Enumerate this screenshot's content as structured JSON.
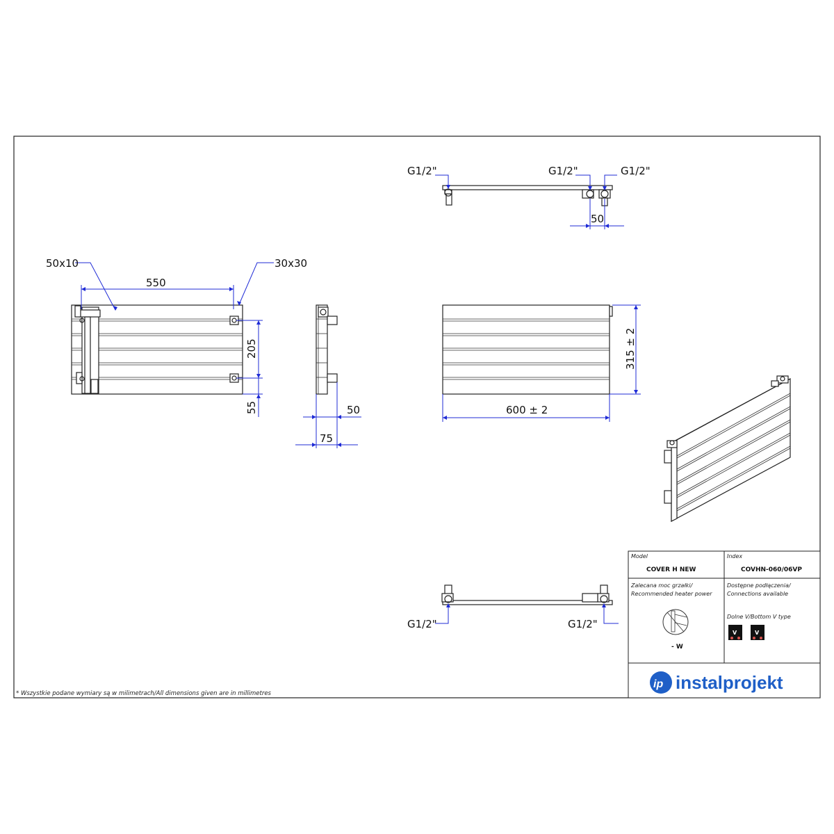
{
  "dimensions": {
    "top_view": {
      "left_connection": "G1/2\"",
      "mid_connection": "G1/2\"",
      "right_connection": "G1/2\"",
      "spacing": "50"
    },
    "side_view": {
      "profile_label": "50x10",
      "bracket_label": "30x30",
      "bracket_spacing": "550",
      "height_spacing": "205",
      "bottom_offset": "55"
    },
    "profile_view": {
      "depth_inner": "50",
      "depth_outer": "75"
    },
    "front_view": {
      "height": "315 ± 2",
      "width": "600 ± 2"
    },
    "bottom_view": {
      "left_connection": "G1/2\"",
      "right_connection": "G1/2\""
    }
  },
  "title_block": {
    "model_label": "Model",
    "model_value": "COVER H NEW",
    "index_label": "Index",
    "index_value": "COVHN-060/06VP",
    "power_label_pl": "Zalecana moc grzałki/",
    "power_label_en": "Recommended heater power",
    "power_value": "- W",
    "connections_label_pl": "Dostępne podłączenia/",
    "connections_label_en": "Connections available",
    "connection_type_pl": "Dolne V/",
    "connection_type_en": "Bottom V type",
    "connection_badge_1": "V",
    "connection_badge_2": "V",
    "brand": "instalprojekt",
    "brand_logo": "ip"
  },
  "footnote_pl": "* Wszystkie podane wymiary są w milimetrach/",
  "footnote_en": "All dimensions given are in millimetres",
  "colors": {
    "dimension": "#1f2bd6",
    "brand": "#1f5fc7",
    "outline": "#222222"
  }
}
